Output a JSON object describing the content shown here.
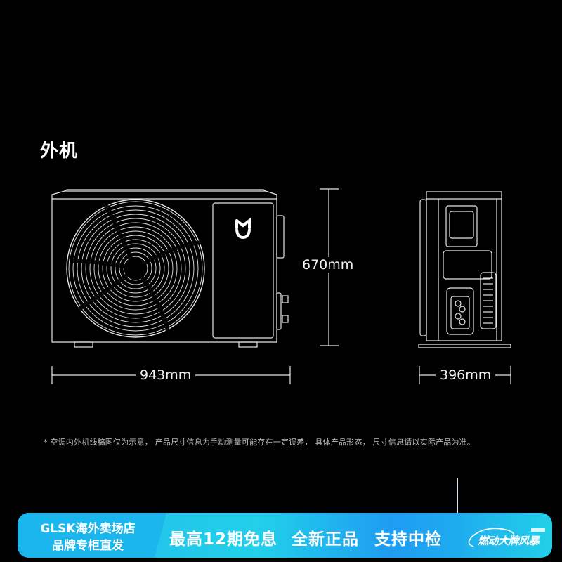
{
  "section_title": "外机",
  "front_view": {
    "width_label": "943mm",
    "height_label": "670mm",
    "logo": "mi-home-logo"
  },
  "side_view": {
    "depth_label": "396mm"
  },
  "disclaimer": "* 空调内外机线稿图仅为示意， 产品尺寸信息为手动测量可能存在一定误差， 具体产品形态， 尺寸信息请以实际产品为准。",
  "banner": {
    "store_line1": "GLSK海外卖场店",
    "store_line2": "品牌专柜直发",
    "promos": [
      "最高12期免息",
      "全新正品",
      "支持中检"
    ],
    "campaign": "燃动大牌风暴",
    "colors": {
      "left": "#1cb6ef",
      "mid": "#22d0ea",
      "right": "#1e9cf2"
    }
  },
  "colors": {
    "background": "#000000",
    "line": "#e6e6e6"
  }
}
